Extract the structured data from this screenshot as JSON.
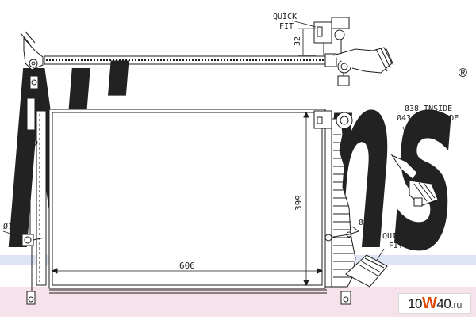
{
  "watermark": {
    "brand": "Nissens",
    "reg_mark": "®"
  },
  "labels": {
    "quick_fit_top_1": "QUICK",
    "quick_fit_top_2": "FIT",
    "quick_fit_bottom_1": "QUICK",
    "quick_fit_bottom_2": "FIT",
    "inside_diameter": "Ø38 INSIDE",
    "outside_diameter": "Ø43,5 OUTSIDE",
    "dim_32": "32",
    "dim_height": "399",
    "dim_width": "606",
    "dim_pipe_left": "Ø18",
    "dim_pipe_right": "Ø18"
  },
  "badge": {
    "part1": "10",
    "part2": "W",
    "part3": "40",
    "part4": ".ru"
  },
  "colors": {
    "watermark_blue": "#c9d6ee",
    "pink_band": "#f6e2ea",
    "line": "#1e1e1e"
  }
}
